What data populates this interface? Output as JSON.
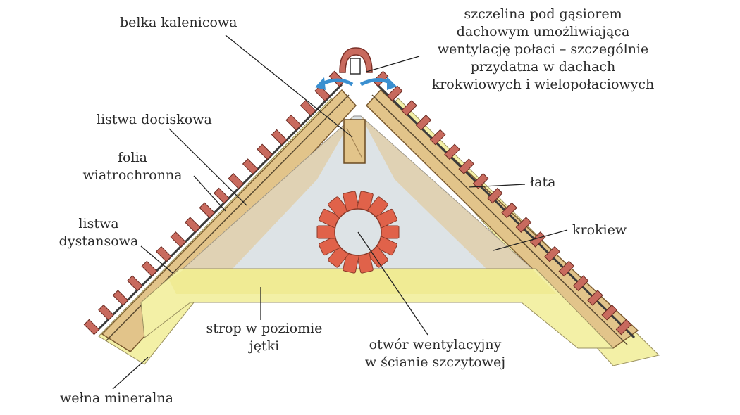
{
  "labels": {
    "belka_kalenicowa": "belka kalenicowa",
    "szczelina": [
      "szczelina pod gąsiorem",
      "dachowym umożliwiająca",
      "wentylację połaci – szczególnie",
      "przydatna w dachach",
      "krokwiowych i wielopołaciowych"
    ],
    "listwa_dociskowa": "listwa dociskowa",
    "folia": [
      "folia",
      "wiatrochronna"
    ],
    "listwa_dystansowa": [
      "listwa",
      "dystansowa"
    ],
    "lata": "łata",
    "krokiew": "krokiew",
    "strop": [
      "strop w poziomie",
      "jętki"
    ],
    "otwor": [
      "otwór wentylacyjny",
      "w ścianie szczytowej"
    ],
    "welna": "wełna mineralna"
  },
  "colors": {
    "rafter": "#e2c48a",
    "tiles": "#c86a5e",
    "wool": "#f3f0a6",
    "gable": "#dde3e6",
    "brick": "#e0624a",
    "arrow": "#3a8fd0",
    "leader": "#222222"
  }
}
